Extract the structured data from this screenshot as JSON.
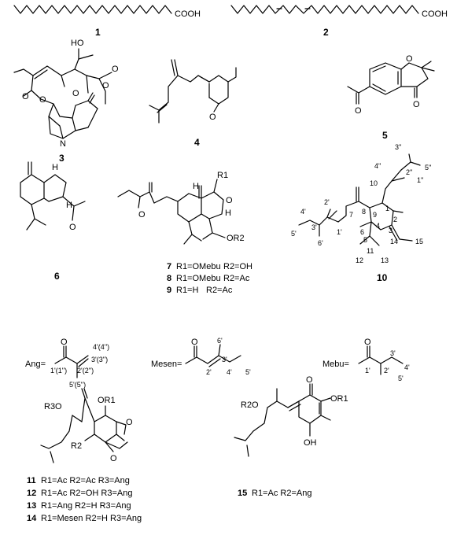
{
  "compounds": {
    "c1": {
      "number": "1",
      "group": "COOH"
    },
    "c2": {
      "number": "2",
      "group": "COOH"
    },
    "c3": {
      "number": "3",
      "atoms": [
        "HO",
        "O",
        "O",
        "O",
        "O",
        "O",
        "N"
      ]
    },
    "c4": {
      "number": "4",
      "atoms": [
        "O"
      ]
    },
    "c5": {
      "number": "5",
      "atoms": [
        "O",
        "O",
        "O"
      ]
    },
    "c6": {
      "number": "6",
      "atoms": [
        "H",
        "H",
        "O"
      ]
    },
    "c7": {
      "number": "7",
      "r1": "R1=OMebu",
      "r2": "R2=OH"
    },
    "c8": {
      "number": "8",
      "r1": "R1=OMebu",
      "r2": "R2=Ac"
    },
    "c9": {
      "number": "9",
      "r1": "R1=H",
      "r2": "R2=Ac"
    },
    "c7to9_atoms": {
      "r1": "R1",
      "h1": "H",
      "h2": "H",
      "o": "O",
      "or2": "OR2",
      "ko": "O"
    },
    "c10": {
      "number": "10",
      "locants": [
        "10",
        "3''",
        "4''",
        "2''",
        "5''",
        "1''",
        "4'",
        "2'",
        "1",
        "5'",
        "3'",
        "1'",
        "7",
        "8",
        "9",
        "2",
        "6'",
        "6",
        "4",
        "5",
        "3",
        "11",
        "14",
        "15",
        "12",
        "13"
      ]
    },
    "substituents": {
      "ang": {
        "label": "Ang=",
        "locants": [
          "4'(4'')",
          "3'(3'')",
          "1'(1'')",
          "2'(2'')",
          "5'(5'')"
        ],
        "atom": "O"
      },
      "mesen": {
        "label": "Mesen=",
        "locants": [
          "6'",
          "3'",
          "5'",
          "2'",
          "4'"
        ],
        "atom": "O"
      },
      "mebu": {
        "label": "Mebu=",
        "locants": [
          "1'",
          "3'",
          "2'",
          "4'",
          "5'"
        ],
        "atom": "O"
      }
    },
    "c11": {
      "number": "11",
      "r": "R1=Ac  R2=Ac  R3=Ang"
    },
    "c12": {
      "number": "12",
      "r": "R1=Ac  R2=OH  R3=Ang"
    },
    "c13": {
      "number": "13",
      "r": "R1=Ang  R2=H  R3=Ang"
    },
    "c14": {
      "number": "14",
      "r": "R1=Mesen  R2=H  R3=Ang"
    },
    "c11to14_atoms": {
      "or1": "OR1",
      "r3o": "R3O",
      "r2": "R2",
      "o": "O",
      "ko": "O"
    },
    "c15": {
      "number": "15",
      "r": "R1=Ac  R2=Ang",
      "atoms": {
        "r2o": "R2O",
        "ko": "O",
        "or1": "OR1",
        "oh": "OH"
      }
    }
  }
}
